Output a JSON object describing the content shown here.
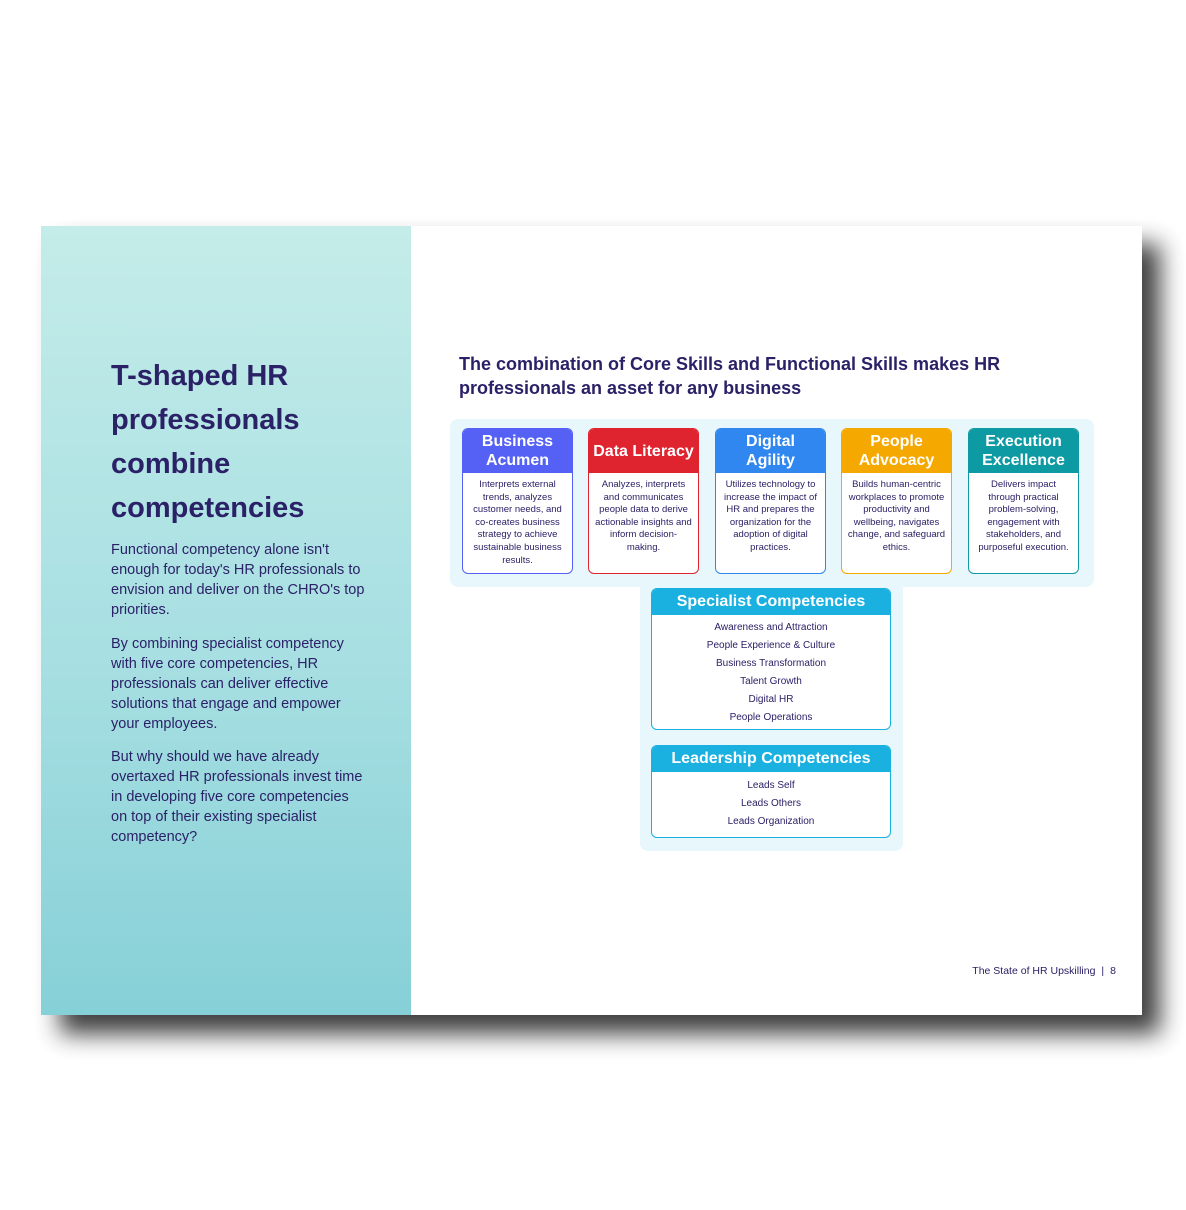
{
  "headline": "T-shaped HR professionals combine competencies",
  "paragraphs": [
    "Functional competency alone isn't enough for today's HR professionals to envision and deliver on the CHRO's top priorities.",
    "By combining specialist competency with five core competencies, HR professionals can deliver effective solutions that engage and empower your employees.",
    "But why should we have already overtaxed HR professionals invest time in developing five core competencies on top of their existing specialist competency?"
  ],
  "diagram_title": "The combination of Core Skills and Functional Skills makes HR professionals an asset for any business",
  "core_competencies": [
    {
      "title": "Business Acumen",
      "description": "Interprets external trends, analyzes customer needs, and co-creates business strategy to achieve sustainable business results.",
      "color": "#5561f5"
    },
    {
      "title": "Data Literacy",
      "description": "Analyzes, interprets and communicates people data to derive actionable insights and inform decision-making.",
      "color": "#e0242f"
    },
    {
      "title": "Digital Agility",
      "description": "Utilizes technology to increase the impact of HR and prepares the organization for the adoption of digital practices.",
      "color": "#2f87ef"
    },
    {
      "title": "People Advocacy",
      "description": "Builds human-centric workplaces to promote productivity and wellbeing, navigates change, and safeguard ethics.",
      "color": "#f5a800"
    },
    {
      "title": "Execution Excellence",
      "description": "Delivers impact through practical problem-solving, engagement with stakeholders, and purposeful execution.",
      "color": "#0e9aa3"
    }
  ],
  "specialist": {
    "title": "Specialist Competencies",
    "items": [
      "Awareness and Attraction",
      "People Experience & Culture",
      "Business Transformation",
      "Talent Growth",
      "Digital HR",
      "People Operations"
    ]
  },
  "leadership": {
    "title": "Leadership Competencies",
    "items": [
      "Leads Self",
      "Leads Others",
      "Leads Organization"
    ]
  },
  "footer": {
    "publication": "The State of HR Upskilling",
    "separator": "|",
    "page_number": "8"
  }
}
